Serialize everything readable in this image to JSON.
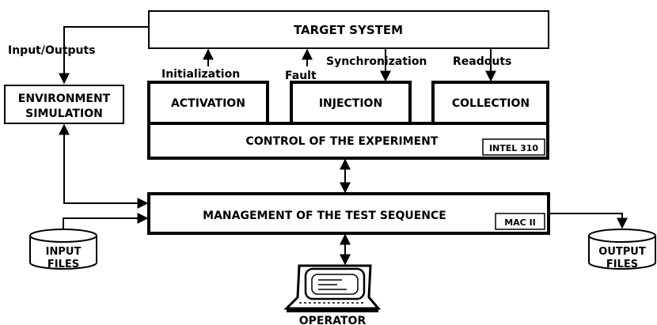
{
  "nodes": {
    "target_system": "TARGET SYSTEM",
    "activation": "ACTIVATION",
    "injection": "INJECTION",
    "collection": "COLLECTION",
    "control": "CONTROL OF THE EXPERIMENT",
    "control_tag": "INTEL 310",
    "management": "MANAGEMENT OF THE TEST SEQUENCE",
    "management_tag": "MAC II",
    "environment_line1": "ENVIRONMENT",
    "environment_line2": "SIMULATION",
    "input_files_line1": "INPUT",
    "input_files_line2": "FILES",
    "output_files_line1": "OUTPUT",
    "output_files_line2": "FILES",
    "operator": "OPERATOR"
  },
  "edges": {
    "input_outputs": "Input/Outputs",
    "initialization": "Initialization",
    "fault": "Fault",
    "synchronization": "Synchronization",
    "readouts": "Readouts"
  }
}
